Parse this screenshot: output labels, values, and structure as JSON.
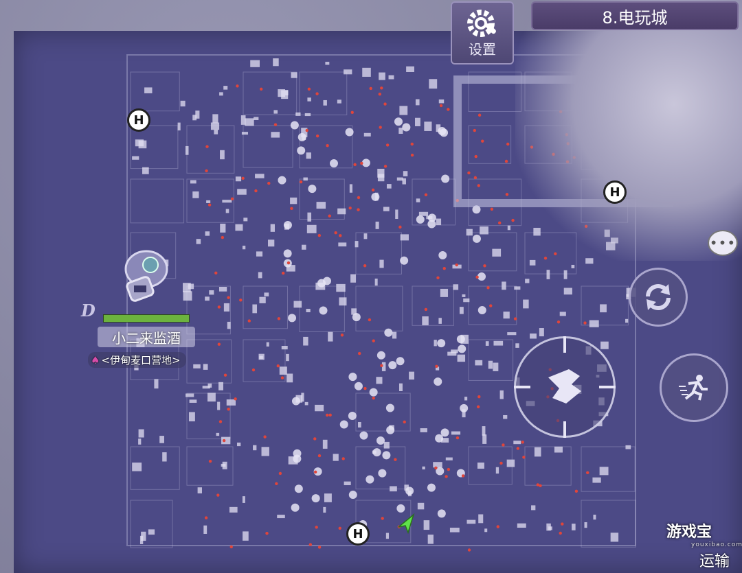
{
  "location": {
    "title": "8.电玩城"
  },
  "settings": {
    "label": "设置",
    "icon": "gear-wrench-icon"
  },
  "player": {
    "name": "小二来监酒",
    "camp": "<伊甸麦口营地>",
    "grade": "D",
    "health_fraction": 1.0,
    "camp_icon": "spade-icon"
  },
  "map": {
    "helipads": [
      {
        "label": "H"
      },
      {
        "label": "H"
      },
      {
        "label": "H"
      }
    ],
    "player_marker": "green-arrow-icon",
    "highlight_color": "#c8c8e6",
    "map_color": "#4c4a86",
    "loot_color": "#e0453b"
  },
  "buttons": {
    "chat": "chat-bubble-icon",
    "swap": "refresh-icon",
    "aim": "crosshair-icon",
    "sprint": "running-man-icon"
  },
  "watermark": {
    "text": "游戏宝",
    "sub": "youxibao.com"
  },
  "bottom_right": {
    "text": "运输"
  }
}
